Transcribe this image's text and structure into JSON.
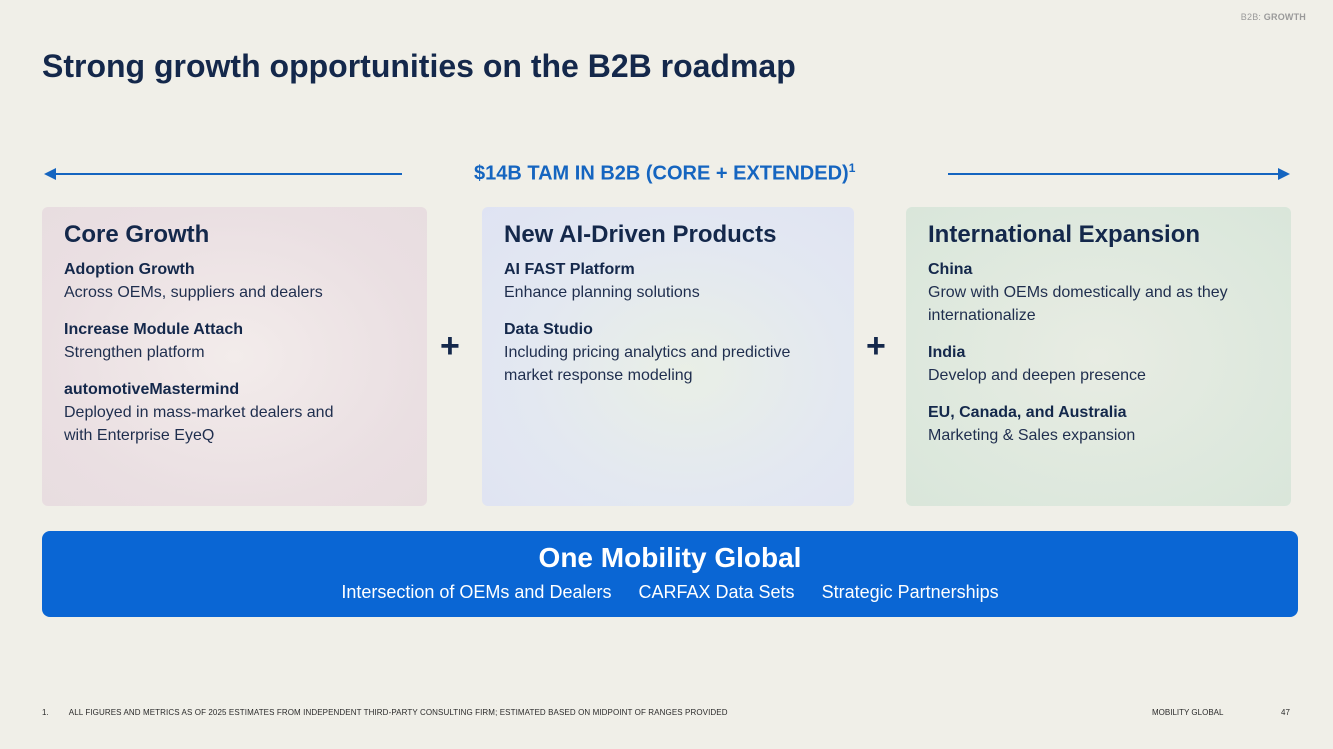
{
  "header": {
    "section_prefix": "B2B:",
    "section_name": "GROWTH",
    "title": "Strong growth opportunities on the B2B roadmap"
  },
  "tam": {
    "label": "$14B TAM IN B2B (CORE + EXTENDED)",
    "footnote_marker": "1"
  },
  "cards": [
    {
      "title": "Core Growth",
      "items": [
        {
          "title": "Adoption Growth",
          "desc": "Across OEMs, suppliers and dealers"
        },
        {
          "title": "Increase Module Attach",
          "desc": "Strengthen platform"
        },
        {
          "title": "automotiveMastermind",
          "desc": "Deployed in mass-market dealers and with Enterprise EyeQ"
        }
      ]
    },
    {
      "title": "New AI-Driven Products",
      "items": [
        {
          "title": "AI FAST Platform",
          "desc": "Enhance planning solutions"
        },
        {
          "title": "Data Studio",
          "desc": "Including pricing analytics and predictive market response modeling"
        }
      ]
    },
    {
      "title": "International Expansion",
      "items": [
        {
          "title": "China",
          "desc": "Grow with OEMs domestically and as they internationalize"
        },
        {
          "title": "India",
          "desc": "Develop and deepen presence"
        },
        {
          "title": "EU, Canada, and Australia",
          "desc": "Marketing & Sales expansion"
        }
      ]
    }
  ],
  "plus_symbol": "+",
  "banner": {
    "title": "One Mobility Global",
    "items": [
      "Intersection of OEMs and Dealers",
      "CARFAX Data Sets",
      "Strategic Partnerships"
    ]
  },
  "footer": {
    "footnote_number": "1.",
    "footnote_text": "ALL FIGURES AND METRICS AS OF 2025 ESTIMATES FROM INDEPENDENT THIRD-PARTY CONSULTING FIRM; ESTIMATED BASED ON MIDPOINT OF RANGES PROVIDED",
    "brand": "MOBILITY GLOBAL",
    "page_number": "47"
  },
  "colors": {
    "accent_blue": "#1565c0",
    "banner_blue": "#0a66d4",
    "title_navy": "#14284b",
    "background": "#f0efe8"
  }
}
